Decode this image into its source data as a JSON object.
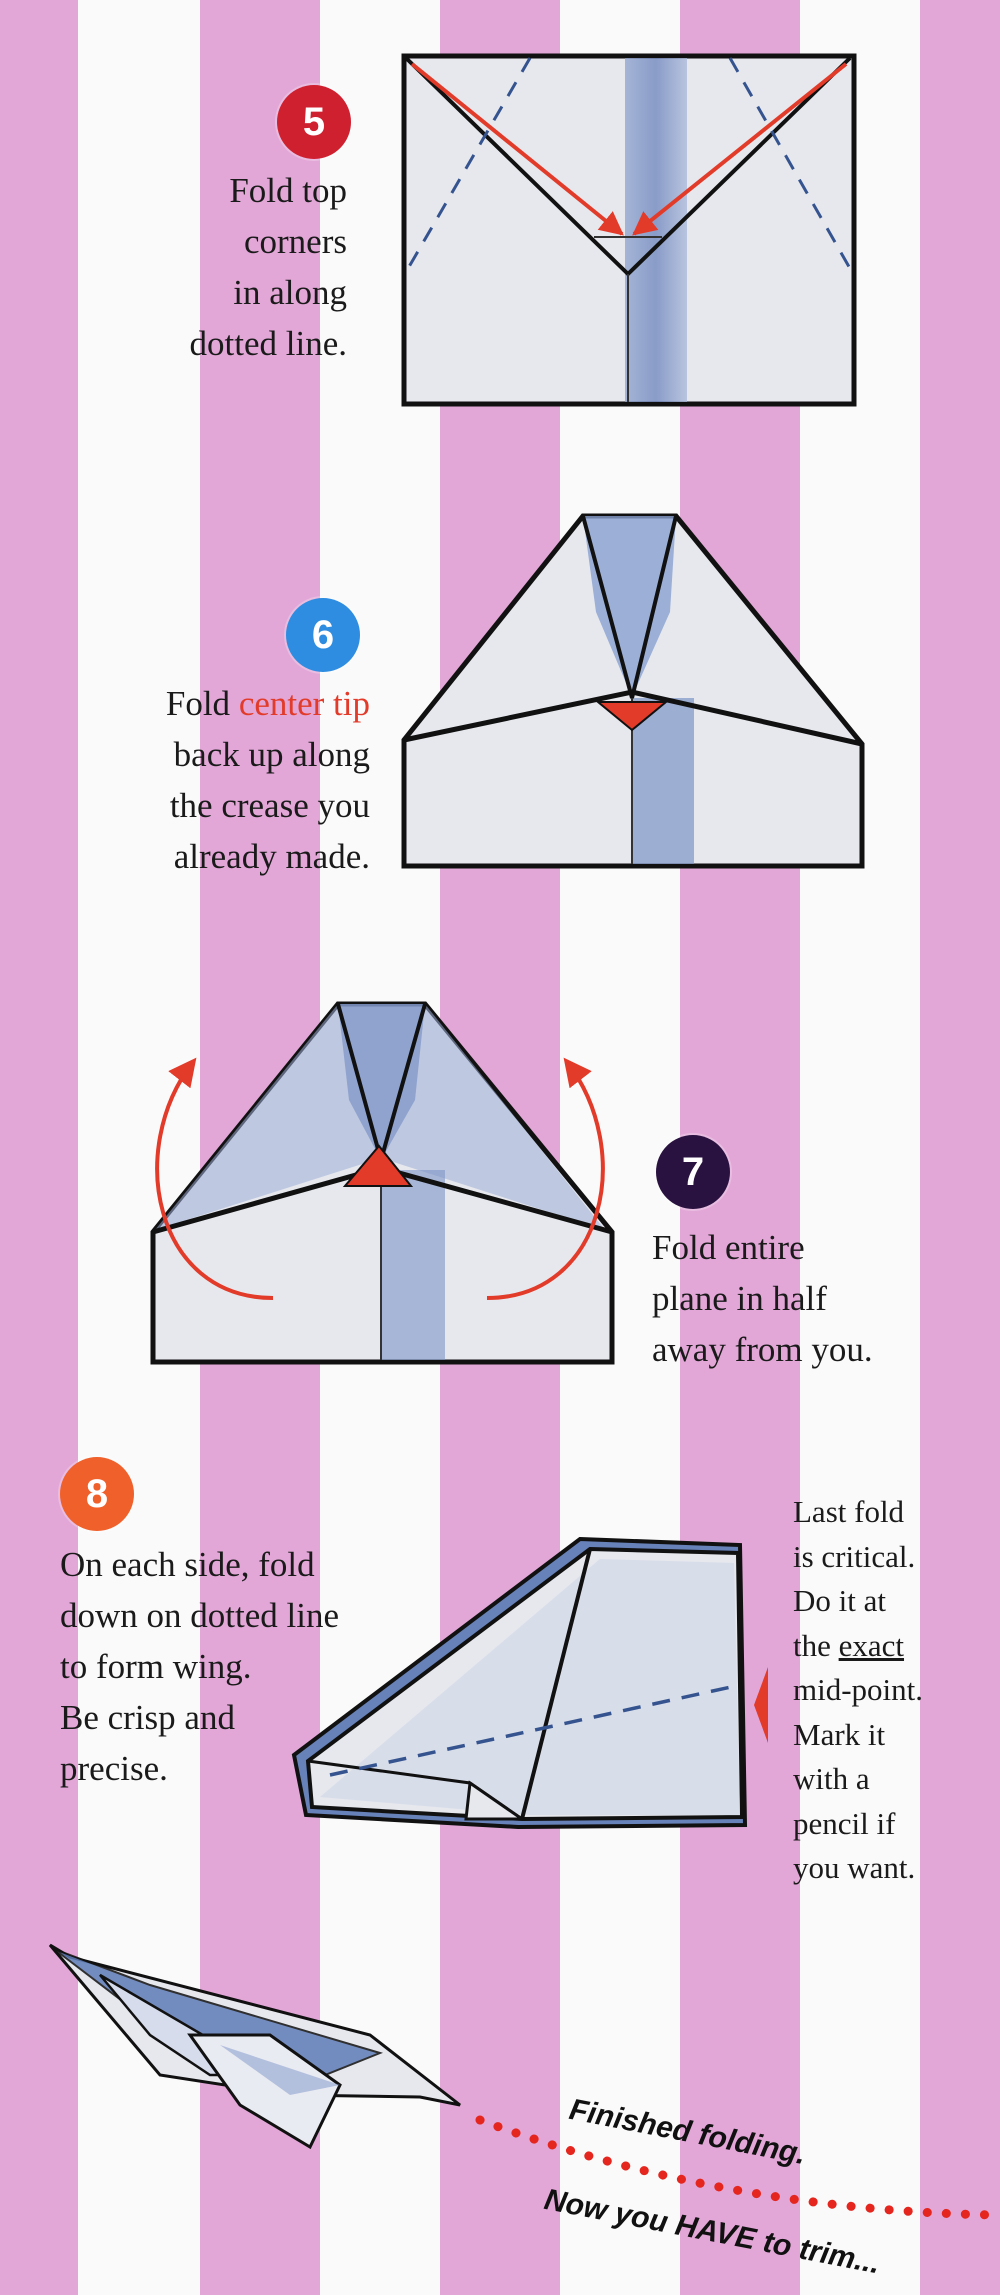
{
  "colors": {
    "stripe_pink": "#e2a7d7",
    "stripe_white": "#fafafa",
    "step5": "#cf2030",
    "step6": "#2e8de0",
    "step7": "#2a1240",
    "step8": "#f0602a",
    "arrow_red": "#e23b2a",
    "paper": "#e8eaf0",
    "paper_blue": "#6f86bd"
  },
  "steps": {
    "s5": {
      "number": "5",
      "lines": [
        "Fold top",
        "corners",
        "in along",
        "dotted line."
      ]
    },
    "s6": {
      "number": "6",
      "line1_pre": "Fold ",
      "line1_highlight": "center tip",
      "lines": [
        "back up along",
        "the crease you",
        "already made."
      ]
    },
    "s7": {
      "number": "7",
      "lines": [
        "Fold entire",
        "plane in half",
        "away from you."
      ]
    },
    "s8": {
      "number": "8",
      "lines": [
        "On each side, fold",
        "down on dotted line",
        "to form wing.",
        "Be crisp and",
        "precise."
      ]
    }
  },
  "note": {
    "lines_before": [
      "Last fold",
      "is critical.",
      "Do it at"
    ],
    "the_word": "the ",
    "exact_word": "exact",
    "lines_after": [
      "mid-point.",
      "Mark it",
      "with a",
      "pencil if",
      "you want."
    ]
  },
  "finish": {
    "line1": "Finished folding.",
    "line2": "Now you HAVE to trim..."
  }
}
